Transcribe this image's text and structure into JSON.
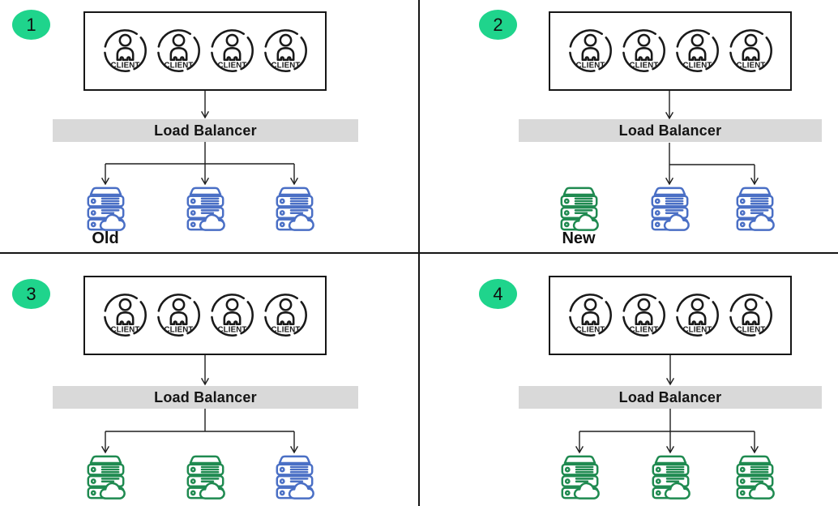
{
  "diagram": {
    "type": "rolling-deployment-steps",
    "client_label": "CLIENT",
    "load_balancer_label": "Load Balancer",
    "clients_per_group": 4,
    "colors": {
      "step_badge_green": "#1fd48c",
      "server_old_blue": "#4a6fc5",
      "server_new_green": "#1f8a50",
      "load_balancer_bar_gray": "#d9d9d9",
      "line_black": "#1f1f1f",
      "client_icon_black": "#1a1a1a"
    },
    "steps": [
      {
        "number": "1",
        "servers": [
          {
            "status": "old",
            "arrow": true,
            "label": "Old"
          },
          {
            "status": "old",
            "arrow": true,
            "label": ""
          },
          {
            "status": "old",
            "arrow": true,
            "label": ""
          }
        ]
      },
      {
        "number": "2",
        "servers": [
          {
            "status": "new",
            "arrow": false,
            "label": "New"
          },
          {
            "status": "old",
            "arrow": true,
            "label": ""
          },
          {
            "status": "old",
            "arrow": true,
            "label": ""
          }
        ]
      },
      {
        "number": "3",
        "servers": [
          {
            "status": "new",
            "arrow": true,
            "label": ""
          },
          {
            "status": "new",
            "arrow": false,
            "label": ""
          },
          {
            "status": "old",
            "arrow": true,
            "label": ""
          }
        ]
      },
      {
        "number": "4",
        "servers": [
          {
            "status": "new",
            "arrow": true,
            "label": ""
          },
          {
            "status": "new",
            "arrow": true,
            "label": ""
          },
          {
            "status": "new",
            "arrow": true,
            "label": ""
          }
        ]
      }
    ]
  }
}
